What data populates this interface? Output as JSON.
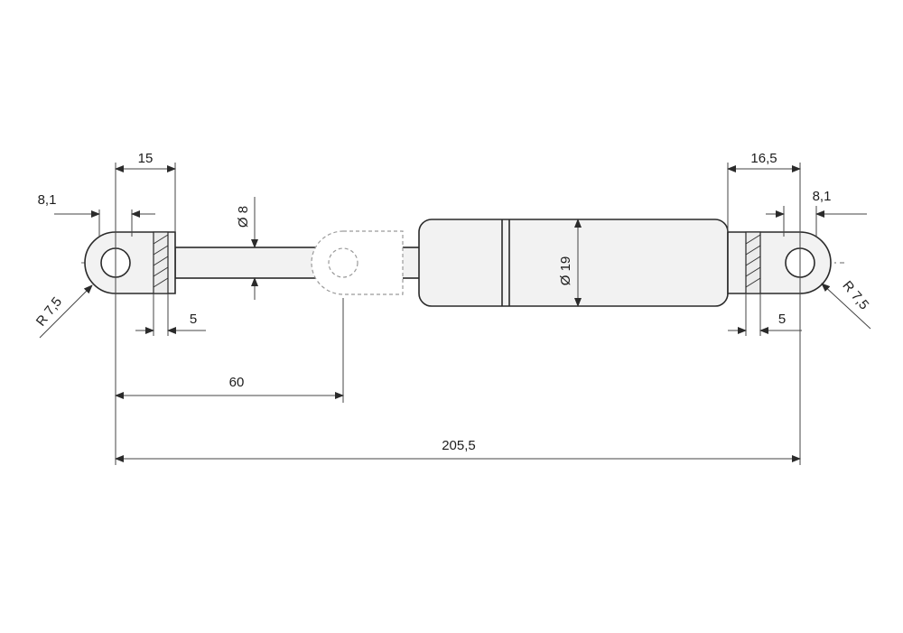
{
  "labels": {
    "eye_width_left": "15",
    "eye_width_right": "16,5",
    "offset_left": "8,1",
    "offset_right": "8,1",
    "rod_diameter": "Ø 8",
    "body_diameter": "Ø 19",
    "radius_left": "R 7,5",
    "radius_right": "R 7,5",
    "slot_left": "5",
    "slot_right": "5",
    "stroke_length": "60",
    "overall_length": "205,5"
  }
}
